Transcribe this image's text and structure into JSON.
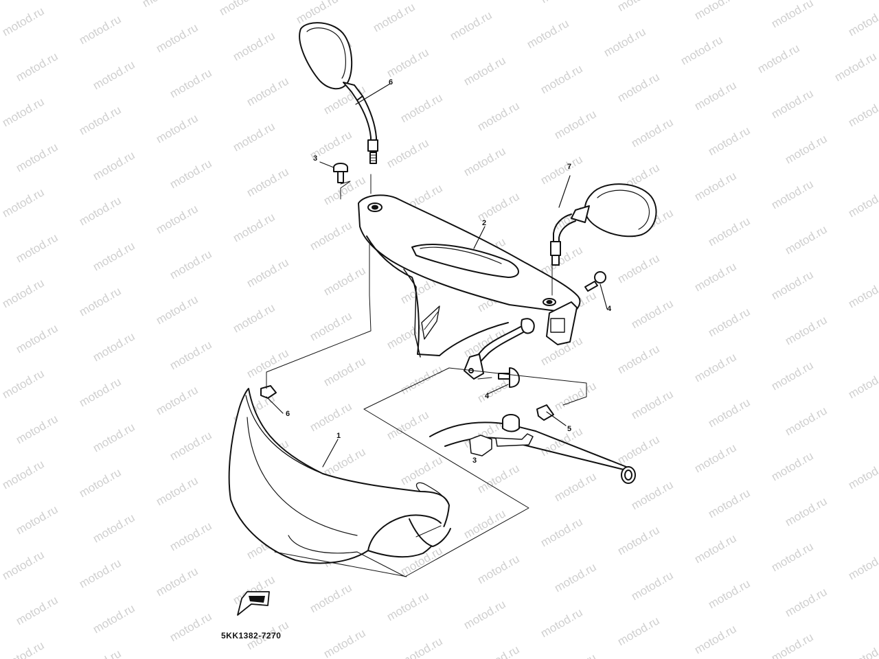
{
  "watermark": "motod.ru",
  "diagram_code": "5KK1382-7270",
  "callouts": {
    "c1": "1",
    "c2": "2",
    "c3a": "3",
    "c3b": "3",
    "c4a": "4",
    "c4b": "4",
    "c5": "5",
    "c6a": "6",
    "c6b": "6",
    "c7": "7"
  },
  "icons": {
    "front_arrow": "front-direction-arrow-icon"
  }
}
